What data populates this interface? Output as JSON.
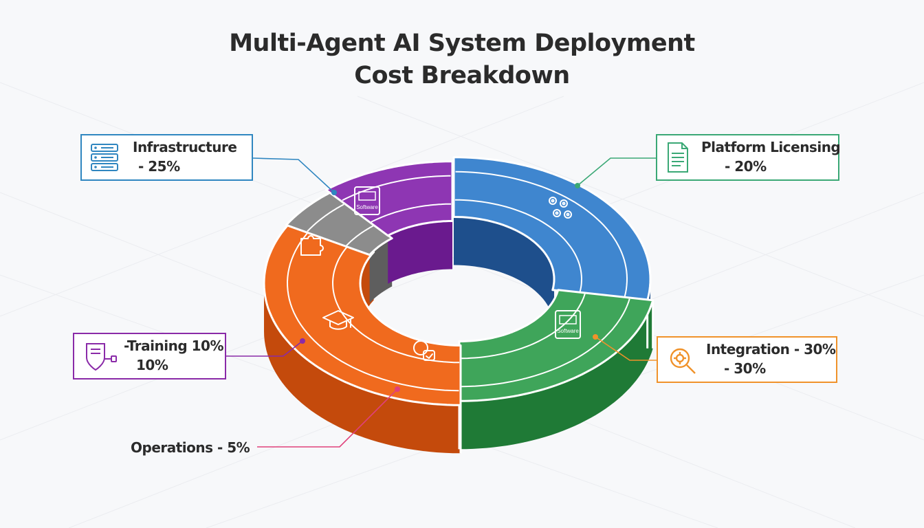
{
  "title_line1": "Multi-Agent AI System Deployment",
  "title_line2": "Cost Breakdown",
  "chart_data": {
    "type": "pie",
    "title": "Multi-Agent AI System Deployment Cost Breakdown",
    "categories": [
      "Infrastructure",
      "Platform Licensing",
      "Integration",
      "Operations",
      "Training"
    ],
    "values": [
      25,
      20,
      30,
      5,
      10
    ],
    "unit": "%",
    "colors": {
      "Infrastructure": "#3f86cf",
      "Platform Licensing": "#3fa55a",
      "Integration": "#f06a1e",
      "Operations": "#8c8c8c",
      "Training": "#8e36b3"
    },
    "side_colors": {
      "Infrastructure": "#1e4f8c",
      "Platform Licensing": "#1f7a36",
      "Integration": "#c44a0c",
      "Operations": "#5e5e5e",
      "Training": "#6a1a8e"
    },
    "callout_colors": {
      "Infrastructure": "#2f86c0",
      "Platform Licensing": "#3aa875",
      "Integration": "#f0922a",
      "Operations": "#e0407a",
      "Training": "#8a2aa8"
    }
  },
  "callouts": {
    "infrastructure": {
      "line1": "Infrastructure",
      "line2": "- 25%"
    },
    "platform": {
      "line1": "Platform Licensing",
      "line2": "- 20%"
    },
    "integration": {
      "line1": "Integration - 30%",
      "line2": "- 30%"
    },
    "training": {
      "line1": "-Training 10%",
      "line2": "10%"
    },
    "operations": {
      "line1": "Operations - 5%"
    }
  },
  "slice_badges": {
    "software_left": "Software",
    "software_right": "Software"
  },
  "icons": {
    "infrastructure": "server-rack-icon",
    "platform": "document-icon",
    "integration": "search-gear-icon",
    "training": "shield-plug-icon",
    "slice_infrastructure": "puzzle-icon",
    "slice_platform": "gears-icon",
    "slice_training": "graduation-cap-icon",
    "slice_operations": "cloud-icon"
  }
}
